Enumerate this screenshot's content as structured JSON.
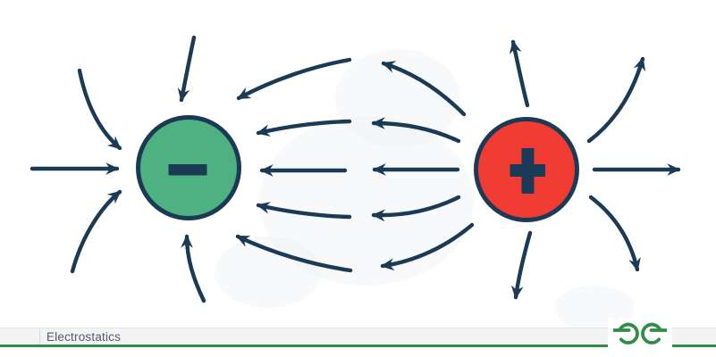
{
  "theme": {
    "navy": "#1B3A55",
    "green_charge": "#4DB182",
    "red_charge": "#F03C32",
    "gfg_green": "#2F8D46",
    "footer_bar": "#F3F3F4",
    "footer_text": "#4E5B70",
    "page_bg": "#FFFFFF"
  },
  "diagram": {
    "negative_charge": {
      "symbol": "−"
    },
    "positive_charge": {
      "symbol": "+"
    },
    "field_line_count_between": 5,
    "outer_arrows_per_charge": 5
  },
  "footer": {
    "label": "Electrostatics",
    "logo": "geeksforgeeks-logo"
  }
}
